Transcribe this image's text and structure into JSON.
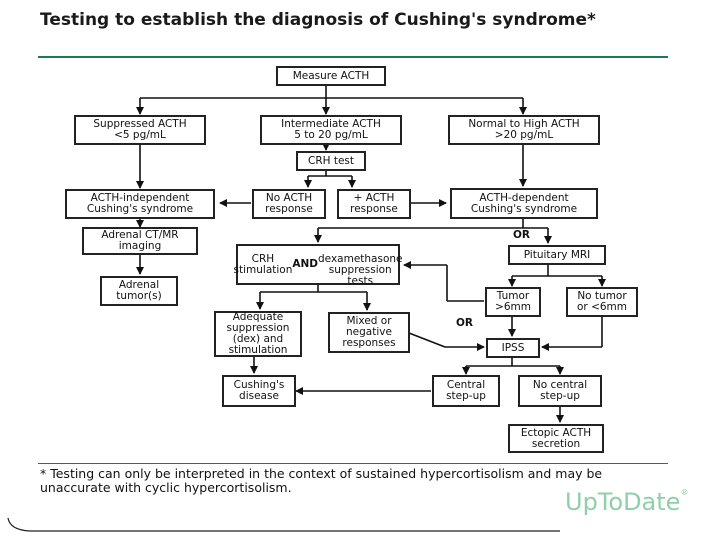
{
  "title": "Testing to establish the diagnosis of Cushing's syndrome*",
  "boxes": {
    "measure_acth": "Measure ACTH",
    "suppressed_acth": "Suppressed ACTH\n<5 pg/mL",
    "intermediate_acth": "Intermediate ACTH\n5 to 20 pg/mL",
    "normal_high_acth": "Normal to High ACTH\n>20 pg/mL",
    "crh_test": "CRH test",
    "acth_independent": "ACTH-independent\nCushing's syndrome",
    "no_acth_response": "No ACTH\nresponse",
    "plus_acth_response": "+ ACTH\nresponse",
    "acth_dependent": "ACTH-dependent\nCushing's syndrome",
    "adrenal_ct": "Adrenal CT/MR\nimaging",
    "crh_dex": "CRH stimulation AND\ndexamethasone\nsuppression tests",
    "pituitary_mri": "Pituitary MRI",
    "adrenal_tumor": "Adrenal\ntumor(s)",
    "tumor_gt6": "Tumor\n>6mm",
    "no_tumor_lt6": "No tumor\nor <6mm",
    "adequate_suppression": "Adequate\nsuppression\n(dex) and\nstimulation",
    "mixed_negative": "Mixed or\nnegative\nresponses",
    "ipss": "IPSS",
    "cushings_disease": "Cushing's\ndisease",
    "central_stepup": "Central\nstep-up",
    "no_central_stepup": "No central\nstep-up",
    "ectopic_acth": "Ectopic ACTH\nsecretion"
  },
  "labels": {
    "or_1": "OR",
    "or_2": "OR"
  },
  "footnote": "* Testing can only be interpreted in the context of sustained hypercortisolism and may be unaccurate with cyclic hypercortisolism.",
  "brand": "UpToDate",
  "brand_mark": "®"
}
